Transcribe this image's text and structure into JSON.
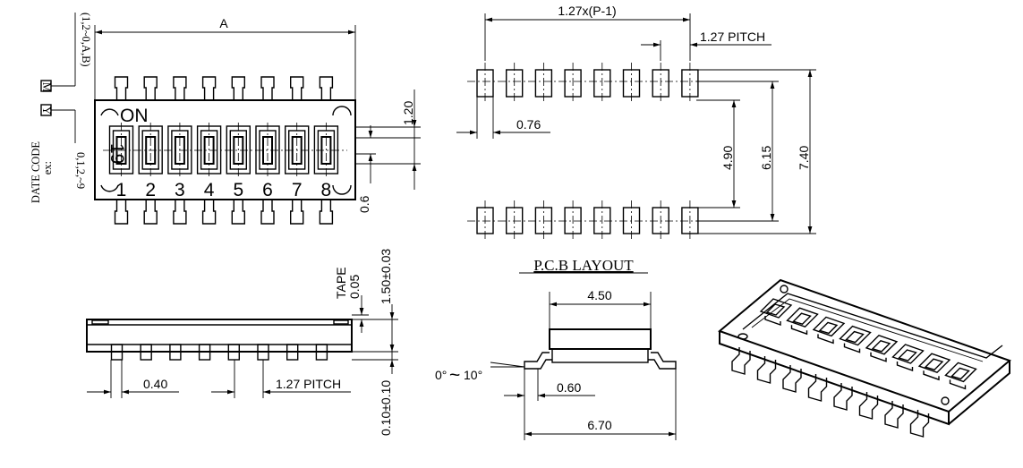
{
  "top_view": {
    "dim_a": "A",
    "dim_height": "1.20",
    "dim_offset": "0.6",
    "on_label": "ON",
    "code_label": "19",
    "switch_numbers": [
      "1",
      "2",
      "3",
      "4",
      "5",
      "6",
      "7",
      "8"
    ],
    "marker_y": "Y",
    "marker_m": "M",
    "month_code": "(1,2~0,A,B)",
    "date_code_line1": "DATE CODE",
    "date_code_line2": "ex:",
    "year_code": "0,1,2,~9"
  },
  "pcb_layout": {
    "title": "P.C.B LAYOUT",
    "dim_span": "1.27x(P-1)",
    "dim_pitch": "1.27  PITCH",
    "dim_pad_width": "0.76",
    "dim_inner": "4.90",
    "dim_mid": "6.15",
    "dim_outer": "7.40"
  },
  "side_view": {
    "dim_tape_label": "TAPE",
    "dim_tape_value": "0.05",
    "dim_height": "1.50±0.03",
    "dim_lead_width": "0.40",
    "dim_pitch": "1.27  PITCH",
    "dim_standoff": "0.10±0.10"
  },
  "end_view": {
    "dim_body": "4.50",
    "dim_angle_a": "0°",
    "dim_angle_sep": "~",
    "dim_angle_b": "10°",
    "dim_foot": "0.60",
    "dim_overall": "6.70"
  }
}
